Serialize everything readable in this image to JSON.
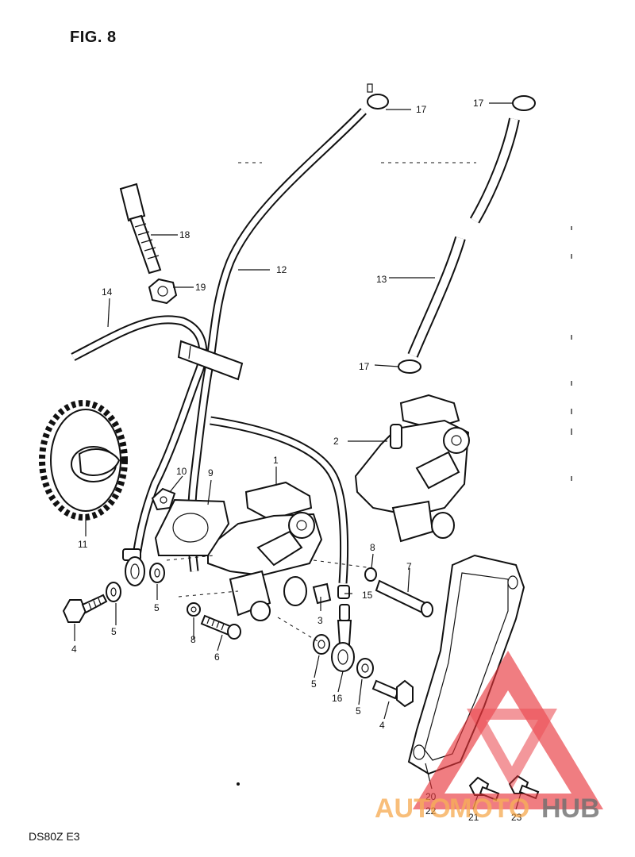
{
  "figure": {
    "title": "FIG. 8",
    "model_code": "DS80Z  E3"
  },
  "callouts": [
    {
      "id": "c1",
      "text": "1"
    },
    {
      "id": "c2",
      "text": "2"
    },
    {
      "id": "c3",
      "text": "3"
    },
    {
      "id": "c4a",
      "text": "4"
    },
    {
      "id": "c4b",
      "text": "4"
    },
    {
      "id": "c5a",
      "text": "5"
    },
    {
      "id": "c5b",
      "text": "5"
    },
    {
      "id": "c5c",
      "text": "5"
    },
    {
      "id": "c5d",
      "text": "5"
    },
    {
      "id": "c6",
      "text": "6"
    },
    {
      "id": "c7",
      "text": "7"
    },
    {
      "id": "c8a",
      "text": "8"
    },
    {
      "id": "c8b",
      "text": "8"
    },
    {
      "id": "c9",
      "text": "9"
    },
    {
      "id": "c10",
      "text": "10"
    },
    {
      "id": "c11",
      "text": "11"
    },
    {
      "id": "c12",
      "text": "12"
    },
    {
      "id": "c13",
      "text": "13"
    },
    {
      "id": "c14",
      "text": "14"
    },
    {
      "id": "c15",
      "text": "15"
    },
    {
      "id": "c16",
      "text": "16"
    },
    {
      "id": "c17a",
      "text": "17"
    },
    {
      "id": "c17b",
      "text": "17"
    },
    {
      "id": "c17c",
      "text": "17"
    },
    {
      "id": "c18",
      "text": "18"
    },
    {
      "id": "c19",
      "text": "19"
    },
    {
      "id": "c20",
      "text": "20"
    },
    {
      "id": "c21",
      "text": "21"
    },
    {
      "id": "c22",
      "text": "22"
    },
    {
      "id": "c23",
      "text": "23"
    }
  ],
  "watermark": {
    "part1": "AUTO",
    "part2": "MOTO",
    "part3": "HUB",
    "color_primary": "#e8343a",
    "color_secondary": "#f5a03c",
    "color_tertiary": "#555555"
  }
}
